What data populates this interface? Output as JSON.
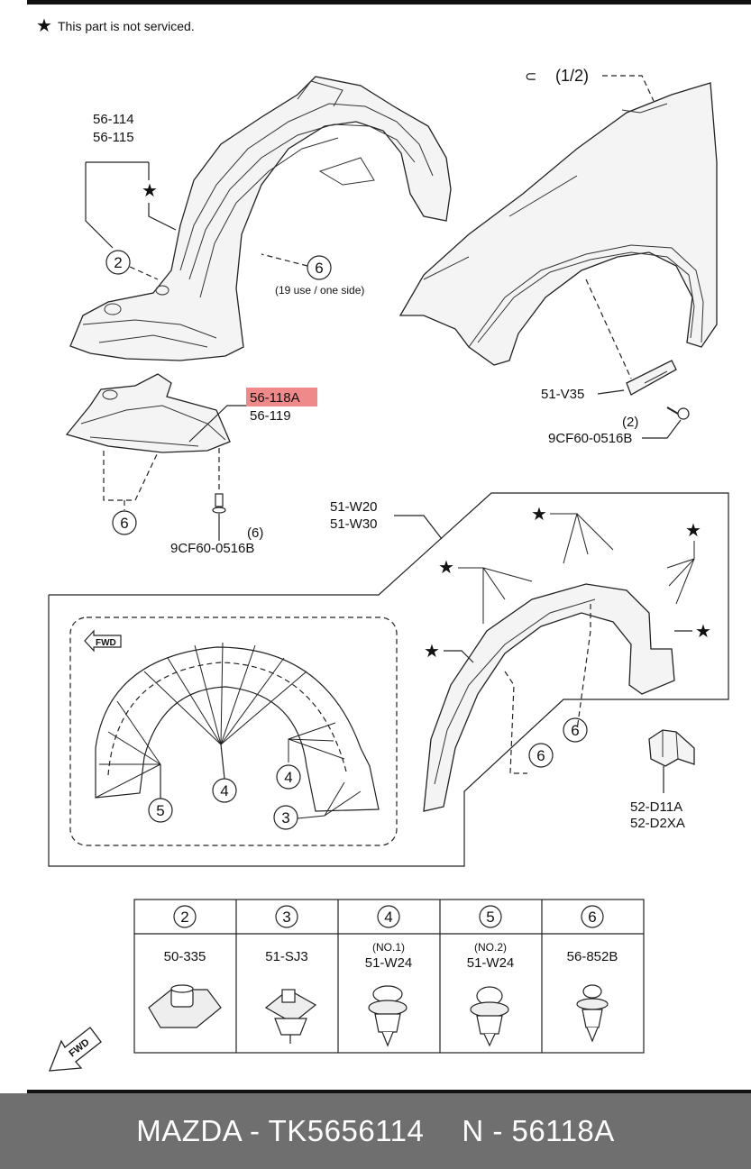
{
  "note": {
    "star": "★",
    "text": "This part is not serviced."
  },
  "fender_ref": "(1/2)",
  "labels": {
    "liner_a": "56-114",
    "liner_b": "56-115",
    "shield_a": "56-118A",
    "shield_b": "56-119",
    "bracket": "51-V35",
    "bolt_qty_a": "(2)",
    "bolt_a": "9CF60-0516B",
    "bolt_qty_b": "(6)",
    "bolt_b": "9CF60-0516B",
    "clip_use": "(19 use / one side)",
    "flare_a": "51-W20",
    "flare_b": "51-W30",
    "clip_a": "52-D11A",
    "clip_b": "52-D2XA",
    "fwd": "FWD"
  },
  "callouts": {
    "two": "2",
    "three": "3",
    "four": "4",
    "five": "5",
    "six": "6"
  },
  "fastener_table": [
    {
      "no": "2",
      "sub": "",
      "part": "50-335"
    },
    {
      "no": "3",
      "sub": "",
      "part": "51-SJ3"
    },
    {
      "no": "4",
      "sub": "(NO.1)",
      "part": "51-W24"
    },
    {
      "no": "5",
      "sub": "(NO.2)",
      "part": "51-W24"
    },
    {
      "no": "6",
      "sub": "",
      "part": "56-852B"
    }
  ],
  "highlight_color": "#f08a8a",
  "footer": {
    "brand_line": "MAZDA - TK5656114",
    "ref_line": "N - 56118A"
  }
}
